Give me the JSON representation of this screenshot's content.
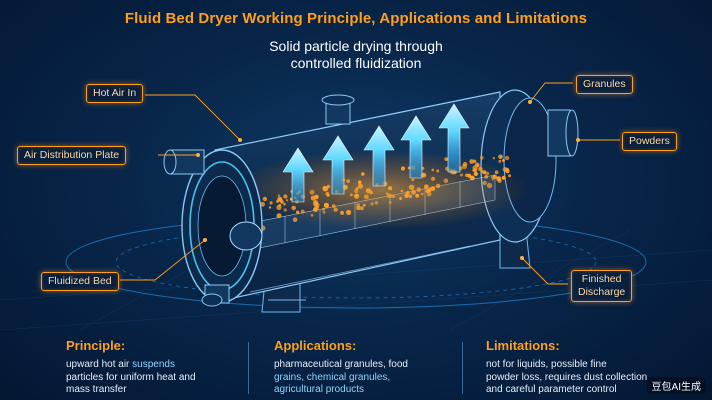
{
  "title": "Fluid Bed Dryer Working Principle, Applications and Limitations",
  "subtitle_line1": "Solid particle drying through",
  "subtitle_line2": "controlled fluidization",
  "labels": {
    "hot_air_in": "Hot Air In",
    "air_distribution_plate": "Air Distribution Plate",
    "fluidized_bed": "Fluidized Bed",
    "granules": "Granules",
    "powders": "Powders",
    "finished_discharge_line1": "Finished",
    "finished_discharge_line2": "Discharge"
  },
  "panels": {
    "principle": {
      "title": "Principle:",
      "line1_a": "upward hot air ",
      "line1_b": "suspends",
      "line2": "particles for uniform heat and",
      "line3": "mass transfer"
    },
    "applications": {
      "title": "Applications:",
      "line1": "pharmaceutical granules, food",
      "line2": "grains, chemical granules,",
      "line3": "agricultural products"
    },
    "limitations": {
      "title": "Limitations:",
      "line1": "not for liquids, possible fine",
      "line2": "powder loss, requires dust collection",
      "line3": "and careful parameter control"
    }
  },
  "watermark": "豆包AI生成",
  "colors": {
    "accent_orange": "#ff9f1a",
    "airflow_cyan": "#4fd2ff",
    "background_navy": "#08264a"
  }
}
